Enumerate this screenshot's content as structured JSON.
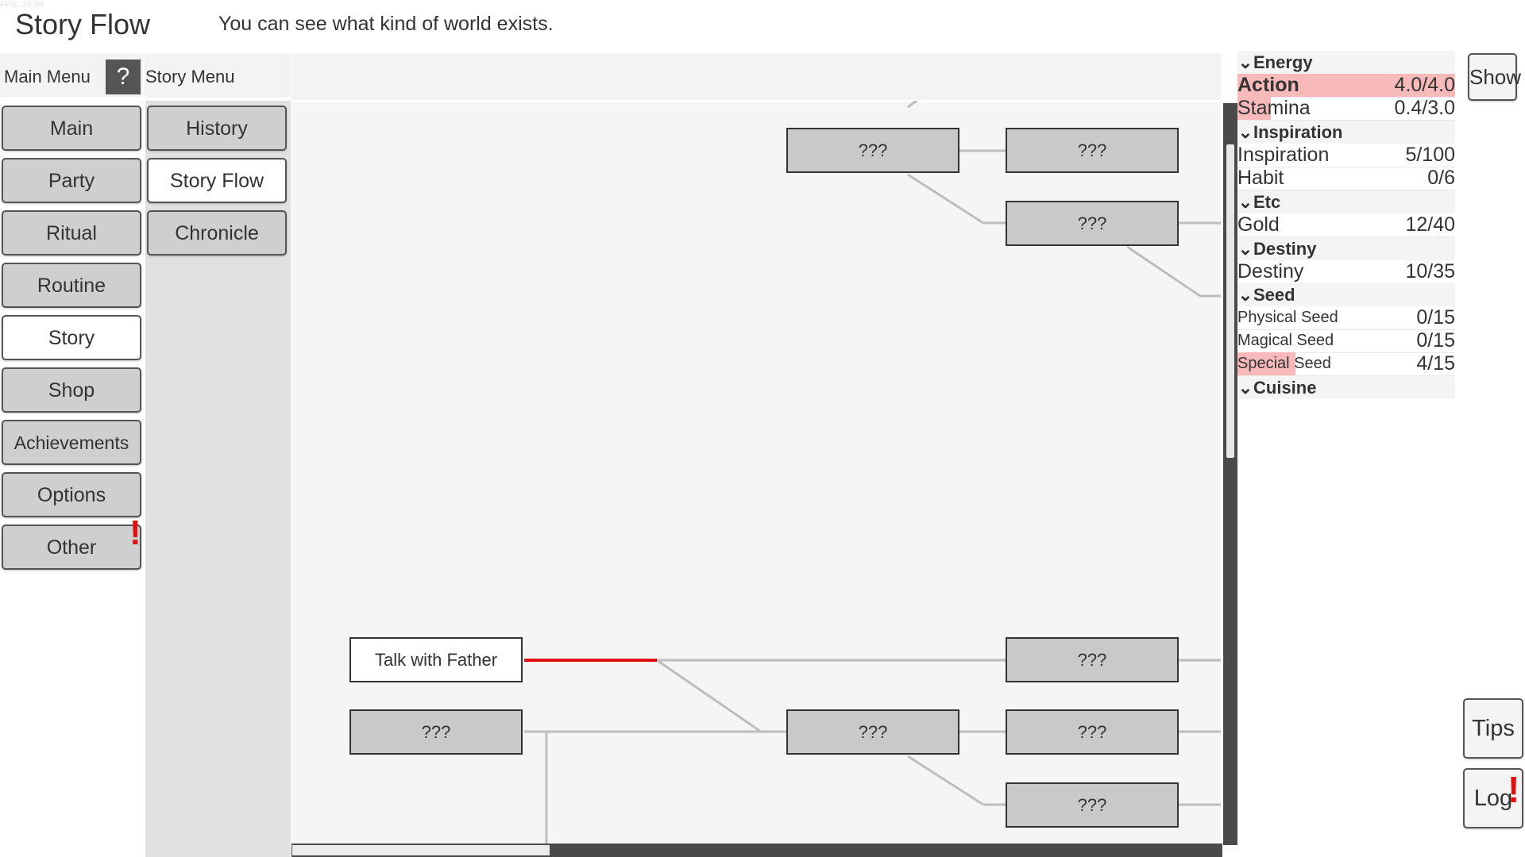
{
  "fps": "FPS: 29.96",
  "header": {
    "title": "Story Flow",
    "description": "You can see what kind of world exists."
  },
  "main_menu": {
    "label": "Main Menu",
    "help": "?",
    "items": [
      {
        "label": "Main"
      },
      {
        "label": "Party"
      },
      {
        "label": "Ritual"
      },
      {
        "label": "Routine"
      },
      {
        "label": "Story",
        "active": true
      },
      {
        "label": "Shop"
      },
      {
        "label": "Achievements"
      },
      {
        "label": "Options"
      },
      {
        "label": "Other",
        "alert": "!"
      }
    ]
  },
  "story_menu": {
    "label": "Story Menu",
    "items": [
      {
        "label": "History"
      },
      {
        "label": "Story Flow",
        "active": true
      },
      {
        "label": "Chronicle"
      }
    ]
  },
  "flow_nodes": {
    "n1": "???",
    "n2": "???",
    "n3": "???",
    "n4": "Talk with Father",
    "n5": "???",
    "n6": "???",
    "n7": "???",
    "n8": "???",
    "n9": "???"
  },
  "resources": {
    "energy": {
      "title": "Energy",
      "action": {
        "name": "Action",
        "value": "4.0/4.0",
        "fill": 1.0
      },
      "stamina": {
        "name": "Stamina",
        "value": "0.4/3.0",
        "fill": 0.133
      }
    },
    "inspiration": {
      "title": "Inspiration",
      "inspiration": {
        "name": "Inspiration",
        "value": "5/100"
      },
      "habit": {
        "name": "Habit",
        "value": "0/6"
      }
    },
    "etc": {
      "title": "Etc",
      "gold": {
        "name": "Gold",
        "value": "12/40"
      }
    },
    "destiny": {
      "title": "Destiny",
      "destiny": {
        "name": "Destiny",
        "value": "10/35"
      }
    },
    "seed": {
      "title": "Seed",
      "physical": {
        "name": "Physical Seed",
        "value": "0/15"
      },
      "magical": {
        "name": "Magical Seed",
        "value": "0/15"
      },
      "special": {
        "name": "Special Seed",
        "value": "4/15",
        "fill": 0.267
      }
    },
    "cuisine": {
      "title": "Cuisine"
    }
  },
  "buttons": {
    "show": "Show",
    "tips": "Tips",
    "log": "Log",
    "log_alert": "!"
  },
  "colors": {
    "highlight_path": "#e01010",
    "resource_fill": "#f7b9b9",
    "alert": "#e01010"
  }
}
